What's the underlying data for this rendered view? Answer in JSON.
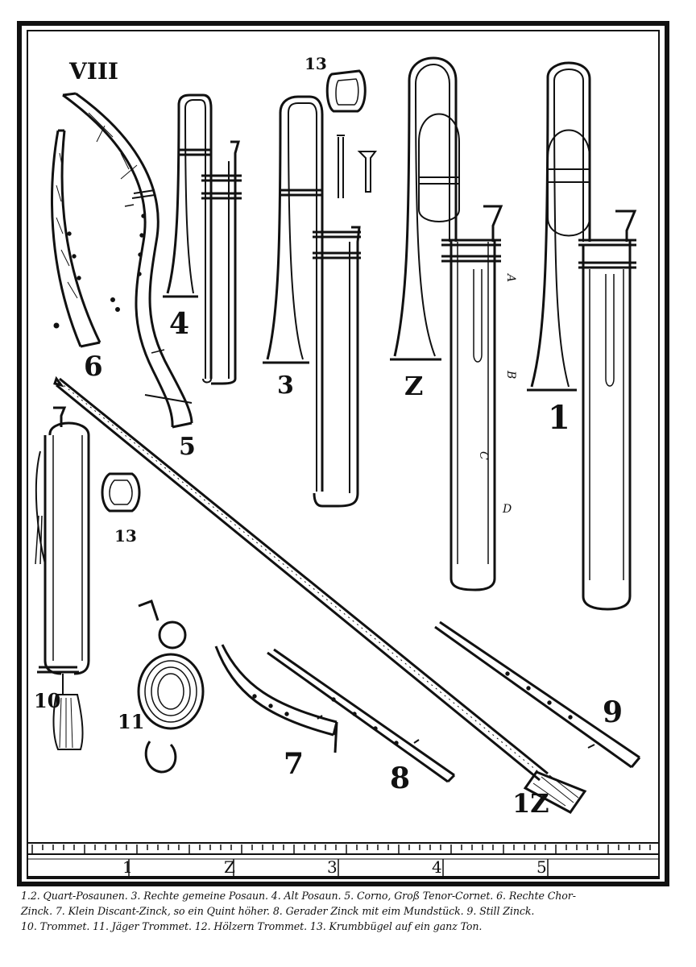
{
  "plate": {
    "title": "VIII",
    "numbers": {
      "n1": "1",
      "n2": "Z",
      "n3": "3",
      "n4": "4",
      "n5": "5",
      "n6": "6",
      "n7": "7",
      "n8": "8",
      "n9": "9",
      "n10": "10",
      "n11": "11",
      "n12": "1Z",
      "n13_top": "13",
      "n13_left": "13"
    },
    "ruler": {
      "labels": [
        "1",
        "Z",
        "3",
        "4",
        "5"
      ]
    },
    "stamps": [
      "A",
      "B",
      "C",
      "D"
    ]
  },
  "caption": {
    "lines": [
      "1.2. Quart-Posaunen. 3. Rechte gemeine Posaun. 4. Alt Posaun. 5. Corno, Groß Tenor-Cornet. 6. Rechte Chor-",
      "Zinck. 7. Klein Discant-Zinck, so ein Quint höher. 8. Gerader Zinck mit eim Mundstück. 9. Still Zinck.",
      "10. Trommet. 11. Jäger Trommet. 12. Hölzern Trommet. 13. Krumbbügel auf ein ganz Ton."
    ]
  }
}
